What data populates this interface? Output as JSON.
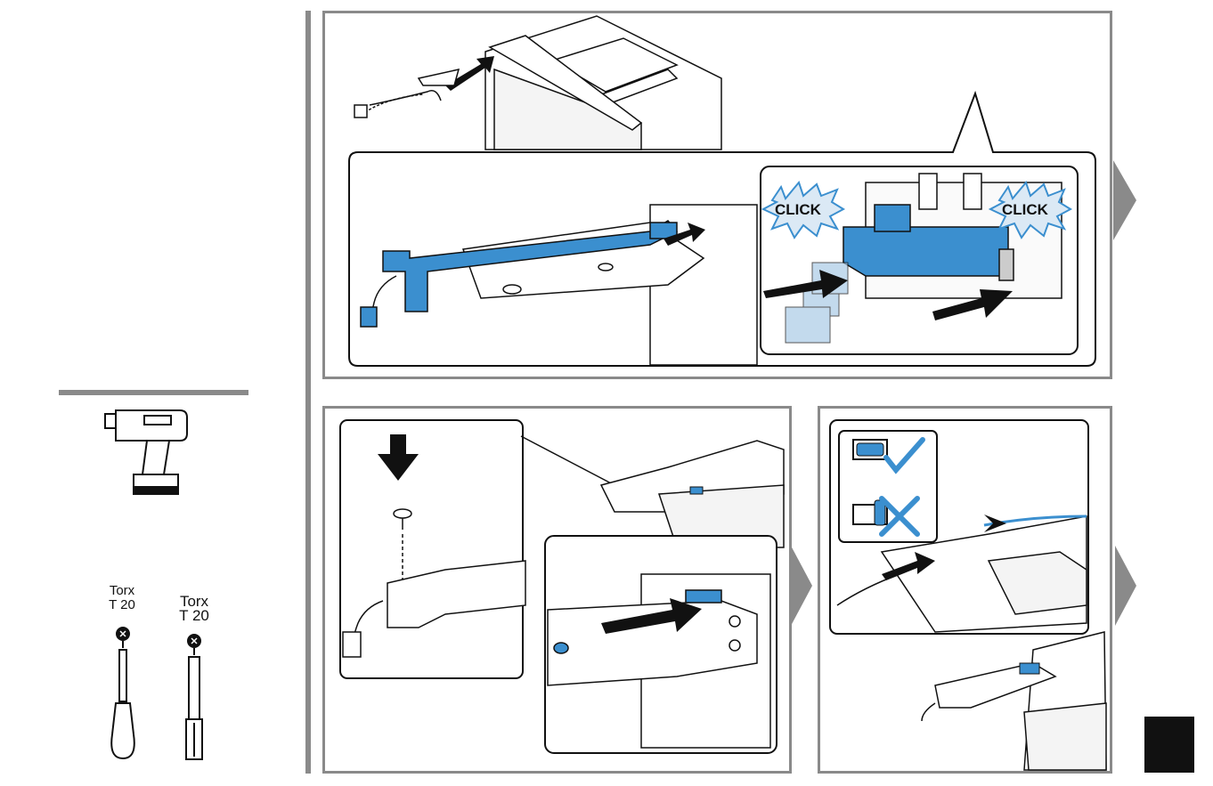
{
  "tools": {
    "screwdriver_label_line1": "Torx",
    "screwdriver_label_line2": "T 20",
    "bit_label_line1": "Torx",
    "bit_label_line2": "T 20"
  },
  "step1": {
    "click_left": "CLICK",
    "click_right": "CLICK"
  },
  "colors": {
    "accent_blue": "#3b8fcf",
    "panel_border": "#8a8a8a",
    "line": "#111111"
  }
}
